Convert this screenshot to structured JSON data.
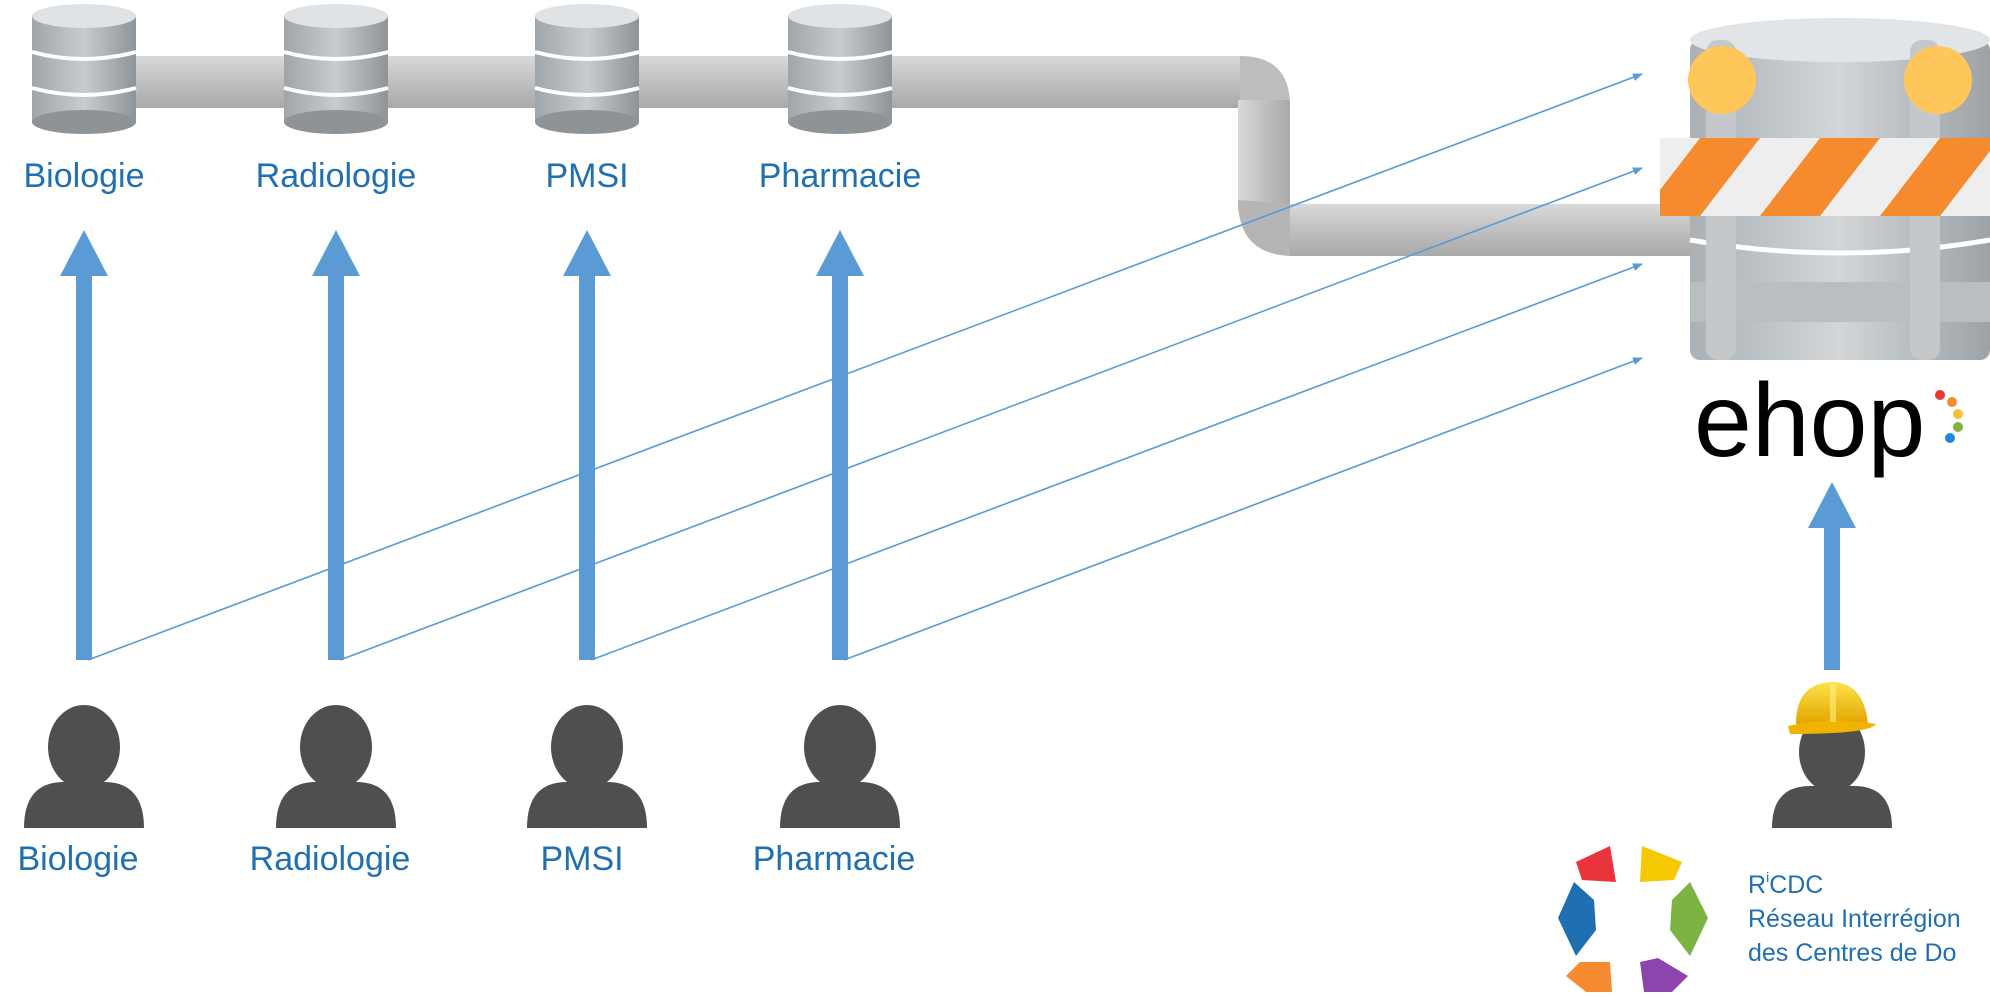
{
  "sources": [
    {
      "db_label": "Biologie",
      "user_label": "Biologie"
    },
    {
      "db_label": "Radiologie",
      "user_label": "Radiologie"
    },
    {
      "db_label": "PMSI",
      "user_label": "PMSI"
    },
    {
      "db_label": "Pharmacie",
      "user_label": "Pharmacie"
    }
  ],
  "warehouse": {
    "name": "ehop",
    "status_icon": "construction-barrier-icon"
  },
  "engineer": {
    "icon": "hard-hat-user-icon"
  },
  "ricdc_logo": {
    "title_main": "R",
    "title_sup": "i",
    "title_rest": "CDC",
    "line1": "Réseau Interrégion",
    "line2": "des Centres de Do"
  },
  "colors": {
    "label_blue": "#1f6fb2",
    "arrow_blue": "#5b9bd5",
    "barrier_orange": "#f58a2f",
    "user_gray": "#4f4f4f",
    "pipe_gray": "#c6c6c6"
  }
}
